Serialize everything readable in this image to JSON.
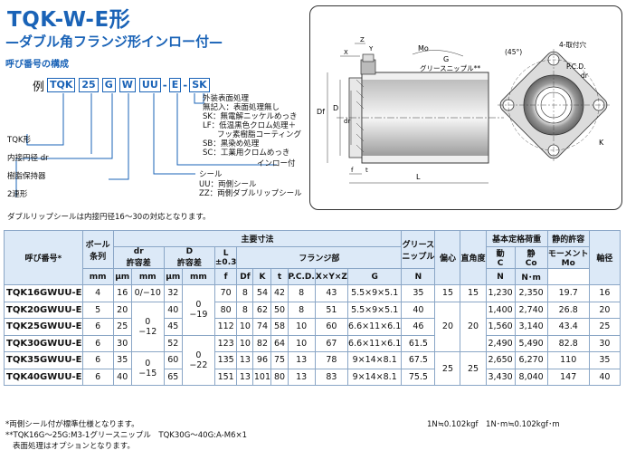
{
  "header": {
    "title": "TQK-W-E形",
    "subtitle": "—ダブル角フランジ形インロー付—",
    "section": "呼び番号の構成"
  },
  "code": {
    "prefix": "例",
    "parts": [
      "TQK",
      "25",
      "G",
      "W",
      "UU",
      "E",
      "SK"
    ]
  },
  "legend": {
    "surface_title": "外装表面処理",
    "surface_items": [
      "無記入：表面処理無し",
      "SK：無電解ニッケルめっき",
      "LF：低温黒色クロム処理＋",
      "フッ素樹脂コーティング",
      "SB：黒染め処理",
      "SC：工業用クロムめっき"
    ],
    "inrow": "インロー付",
    "seal_title": "シール",
    "seal_items": [
      "UU：両側シール",
      "ZZ：両側ダブルリップシール"
    ],
    "tqk": "TQK形",
    "inner": "内接円径 dr",
    "retainer": "樹脂保持器",
    "double": "2連形"
  },
  "note_dr": "ダブルリップシールは内接円径16～30の対応となります。",
  "diagram": {
    "mo": "Mo",
    "g": "G",
    "grease": "グリースニップル**",
    "z": "Z",
    "x": "X",
    "y": "Y",
    "df": "Df",
    "d": "D",
    "dr": "dr",
    "f": "f",
    "t": "t",
    "l": "L",
    "k": "K",
    "angle": "(45°)",
    "holes": "4-取付穴",
    "pcd": "P.C.D."
  },
  "table": {
    "h_model": "呼び番号*",
    "h_ball": "ボール",
    "h_rows": "条列",
    "h_dims": "主要寸法",
    "h_dr": "dr",
    "h_tol": "許容差",
    "h_d": "D",
    "h_l": "L",
    "h_ltol": "±0.3",
    "h_flange": "フランジ部",
    "h_f": "f",
    "h_df": "Df",
    "h_k": "K",
    "h_t": "t",
    "h_pcd": "P.C.D.",
    "h_xyz": "X×Y×Z",
    "h_grease1": "グリース",
    "h_grease2": "ニップル",
    "h_g": "G",
    "h_ecc": "偏心",
    "h_perp": "直角度",
    "h_rating": "基本定格荷重",
    "h_dyn": "動",
    "h_sta": "静",
    "h_c": "C",
    "h_co": "Co",
    "h_moment1": "静的許容",
    "h_moment2": "モーメント",
    "h_mo": "Mo",
    "h_weight": "軸径",
    "u_mm": "mm",
    "u_um": "μm",
    "u_n": "N",
    "u_nm": "N･m",
    "rows": [
      {
        "model": "TQK16GWUU-E",
        "ball": "4",
        "dr": "16",
        "drtol": "0/−10",
        "d": "32",
        "l": "70",
        "f": "8",
        "df": "54",
        "k": "42",
        "t": "8",
        "pcd": "43",
        "xyz": "5.5×9×5.1",
        "g": "35",
        "c": "1,230",
        "co": "2,350",
        "mo": "19.7",
        "shaft": "16"
      },
      {
        "model": "TQK20GWUU-E",
        "ball": "5",
        "dr": "20",
        "drtol": "",
        "d": "40",
        "l": "80",
        "f": "8",
        "df": "62",
        "k": "50",
        "t": "8",
        "pcd": "51",
        "xyz": "5.5×9×5.1",
        "g": "40",
        "c": "1,400",
        "co": "2,740",
        "mo": "26.8",
        "shaft": "20"
      },
      {
        "model": "TQK25GWUU-E",
        "ball": "6",
        "dr": "25",
        "drtol": "",
        "d": "45",
        "l": "112",
        "f": "10",
        "df": "74",
        "k": "58",
        "t": "10",
        "pcd": "60",
        "xyz": "6.6×11×6.1",
        "g": "46",
        "c": "1,560",
        "co": "3,140",
        "mo": "43.4",
        "shaft": "25"
      },
      {
        "model": "TQK30GWUU-E",
        "ball": "6",
        "dr": "30",
        "drtol": "",
        "d": "52",
        "l": "123",
        "f": "10",
        "df": "82",
        "k": "64",
        "t": "10",
        "pcd": "67",
        "xyz": "6.6×11×6.1",
        "g": "61.5",
        "c": "2,490",
        "co": "5,490",
        "mo": "82.8",
        "shaft": "30"
      },
      {
        "model": "TQK35GWUU-E",
        "ball": "6",
        "dr": "35",
        "drtol": "",
        "d": "60",
        "l": "135",
        "f": "13",
        "df": "96",
        "k": "75",
        "t": "13",
        "pcd": "78",
        "xyz": "9×14×8.1",
        "g": "67.5",
        "c": "2,650",
        "co": "6,270",
        "mo": "110",
        "shaft": "35"
      },
      {
        "model": "TQK40GWUU-E",
        "ball": "6",
        "dr": "40",
        "drtol": "",
        "d": "65",
        "l": "151",
        "f": "13",
        "df": "101",
        "k": "80",
        "t": "13",
        "pcd": "83",
        "xyz": "9×14×8.1",
        "g": "75.5",
        "c": "3,430",
        "co": "8,040",
        "mo": "147",
        "shaft": "40"
      }
    ],
    "tol_20_30": "0\n−12",
    "tol_35_40": "0\n−15",
    "dtol_16_25": "0\n−19",
    "dtol_30_40": "0\n−22",
    "ecc_small": "15",
    "perp_small": "15",
    "ecc_mid": "20",
    "perp_mid": "20",
    "ecc_large": "25",
    "perp_large": "25"
  },
  "footer": {
    "n1": "*両側シール付が標準仕様となります。",
    "n2": "**TQK16G～25G:M3-1グリースニップル　TQK30G～40G:A-M6×1",
    "n3": "表面処理はオプションとなります。",
    "conv": "1N≒0.102kgf　1N･m≒0.102kgf･m"
  }
}
